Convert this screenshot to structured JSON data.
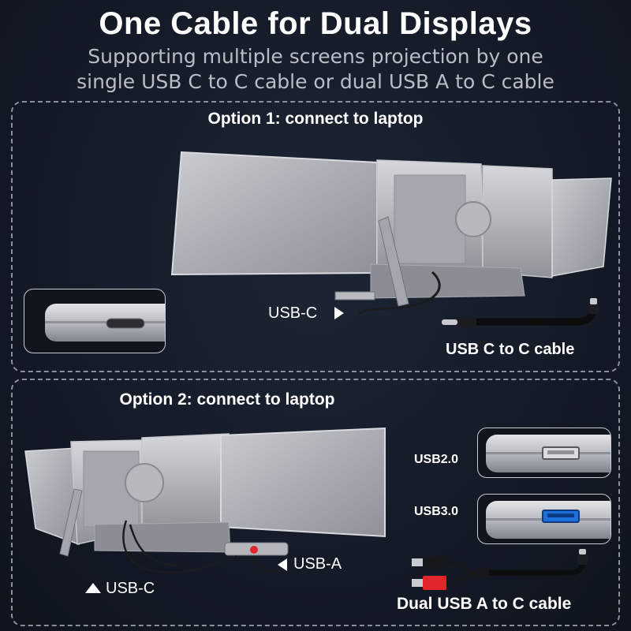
{
  "header": {
    "title": "One Cable for Dual Displays",
    "subtitle_line1": "Supporting multiple screens projection by one",
    "subtitle_line2": "single USB C to C cable or dual USB A to C cable"
  },
  "option1": {
    "label": "Option 1:  connect to laptop",
    "port_label": "USB-C",
    "cable_label": "USB C to C cable"
  },
  "option2": {
    "label": "Option 2: connect to laptop",
    "port_a_label": "USB-A",
    "port_c_label": "USB-C",
    "usb2_label": "USB2.0",
    "usb3_label": "USB3.0",
    "cable_label": "Dual USB A to C cable"
  },
  "colors": {
    "background": "#141a26",
    "panel_border": "#8a909a",
    "usb3_port": "#1e6fd9",
    "usb_a_plug_red": "#e0262b"
  }
}
